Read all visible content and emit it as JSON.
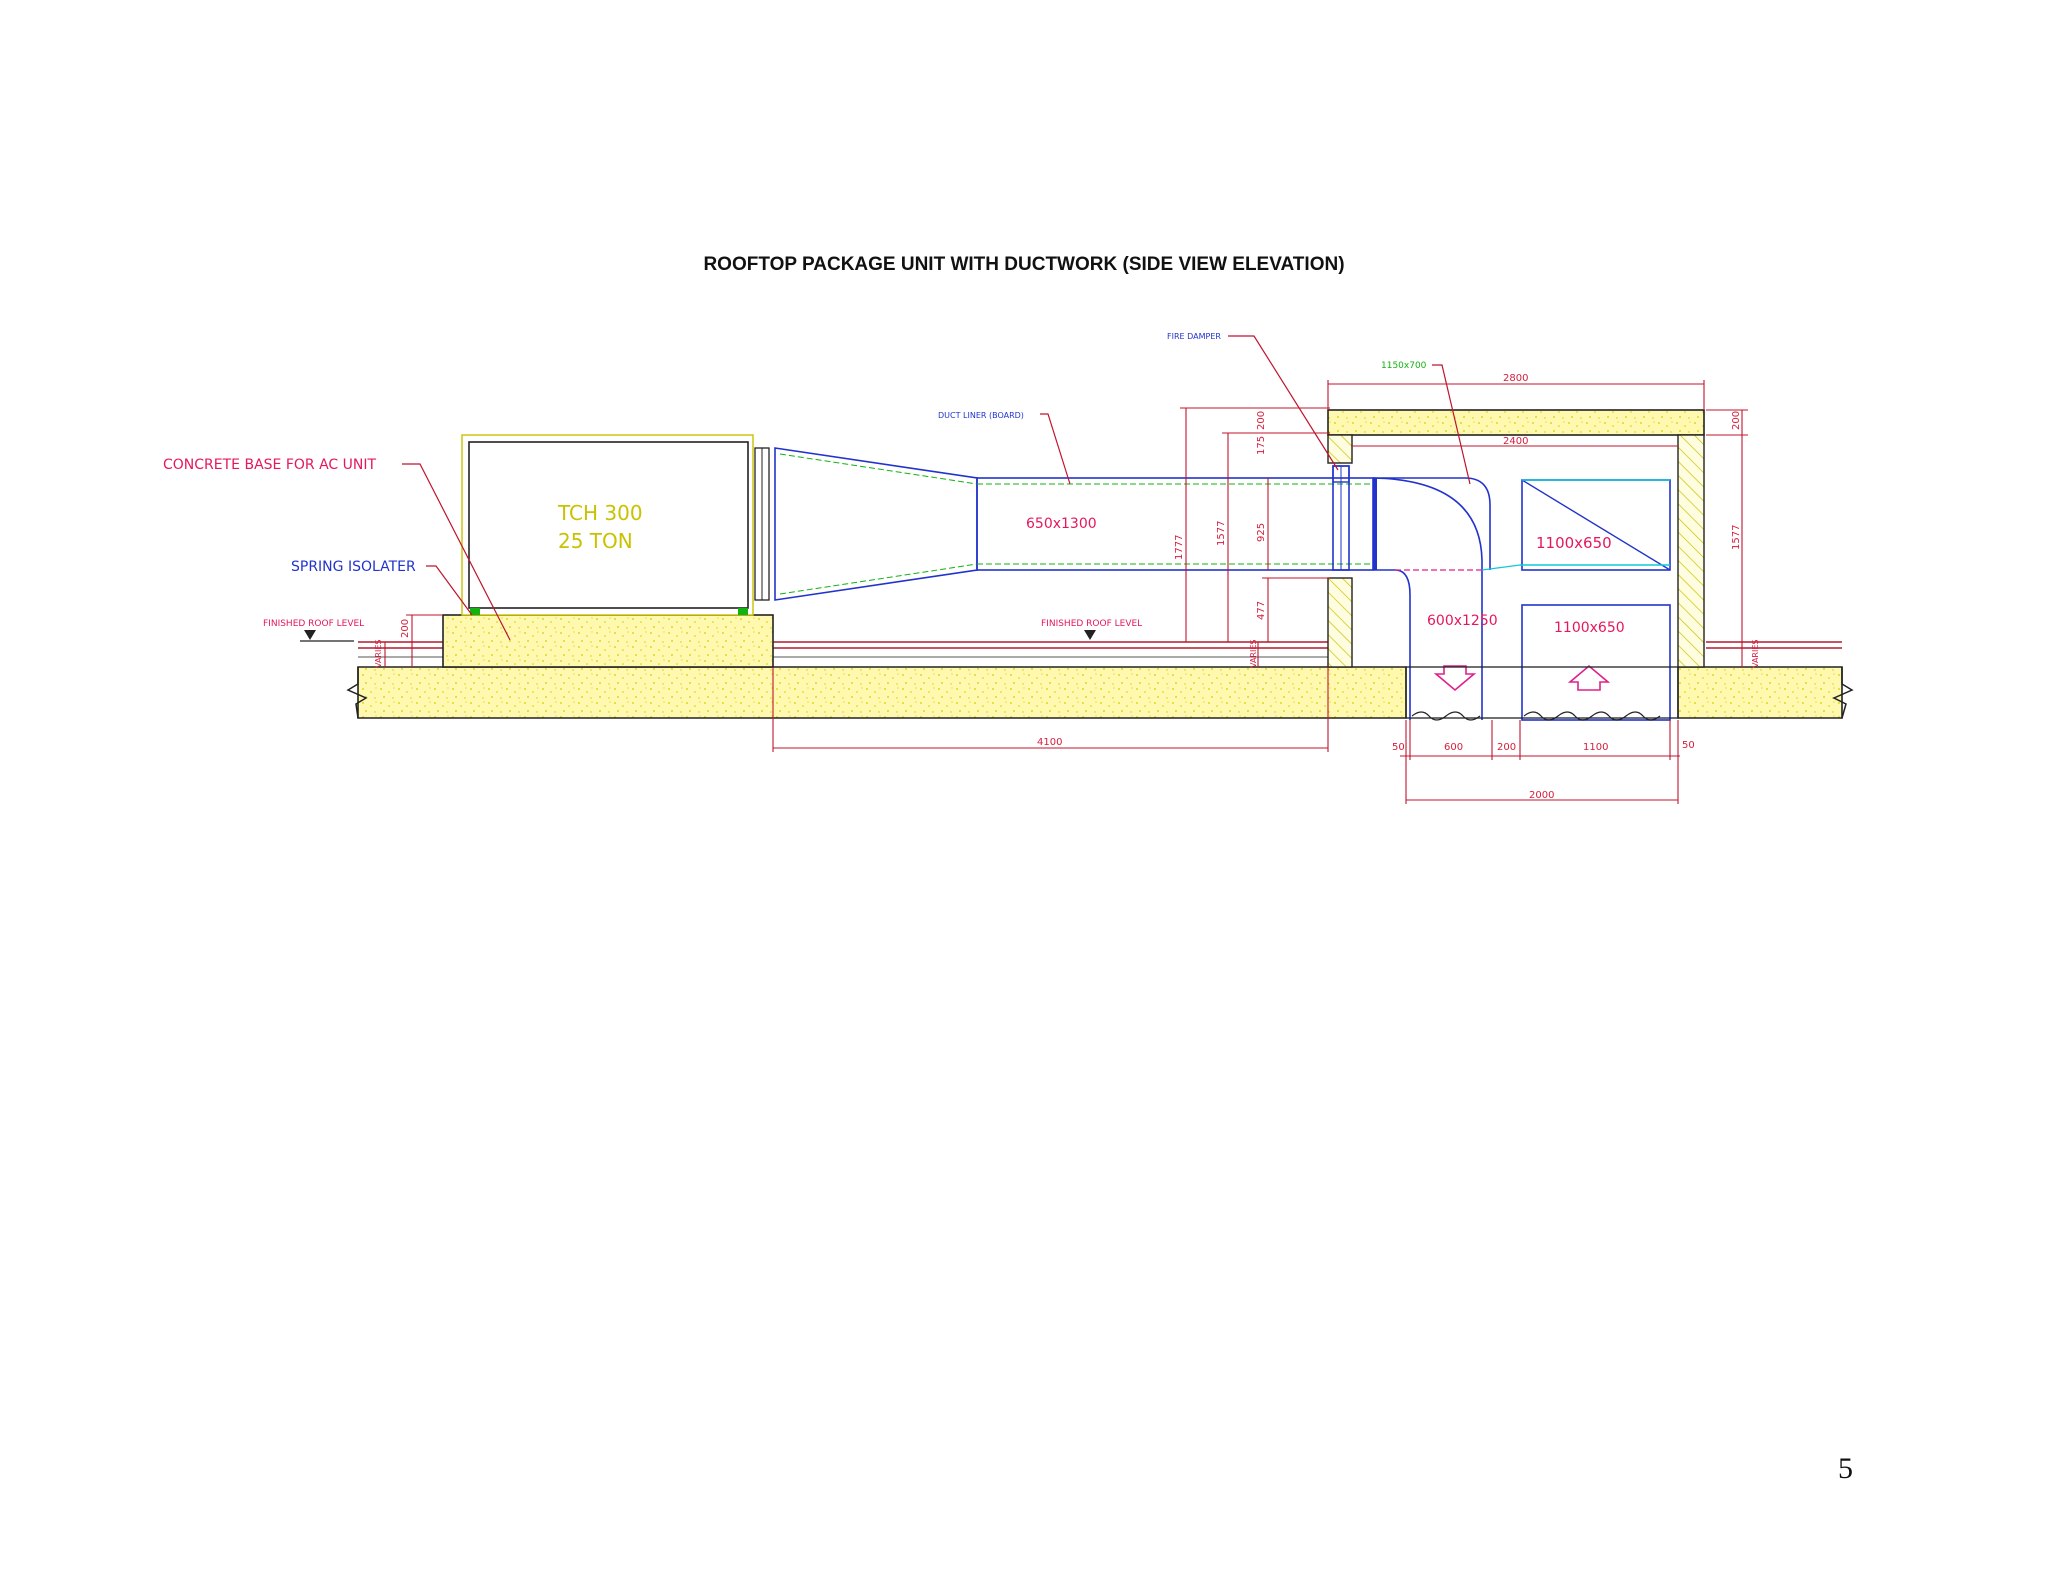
{
  "page": {
    "title": "ROOFTOP PACKAGE UNIT WITH DUCTWORK (SIDE VIEW ELEVATION)",
    "page_number": "5"
  },
  "unit": {
    "model": "TCH 300",
    "capacity": "25 TON"
  },
  "labels": {
    "concrete_base": "CONCRETE BASE FOR AC UNIT",
    "spring_isolater": "SPRING ISOLATER",
    "finished_roof_level_left": "FINISHED ROOF LEVEL",
    "finished_roof_level_mid": "FINISHED ROOF LEVEL",
    "duct_liner": "DUCT LINER (BOARD)",
    "fire_damper": "FIRE DAMPER",
    "duct_1150x700": "1150x700"
  },
  "duct_sizes": {
    "main_duct": "650x1300",
    "supply_drop": "600x1250",
    "return_upper": "1100x650",
    "return_lower": "1100x650"
  },
  "dimensions": {
    "d4100": "4100",
    "d2800": "2800",
    "d2400": "2400",
    "d2000": "2000",
    "d50_left": "50",
    "d600": "600",
    "d200_bottom": "200",
    "d1100": "1100",
    "d50_right": "50",
    "d1777": "1777",
    "d1577_left": "1577",
    "d925": "925",
    "d477": "477",
    "d175": "175",
    "d200_top_left": "200",
    "d200_top_right": "200",
    "d1577_right": "1577",
    "d200_base": "200",
    "varies_left": "VARIES",
    "varies_mid": "VARIES",
    "varies_right": "VARIES"
  },
  "colors": {
    "concrete_fill": "#fff9b0",
    "concrete_dots": "#d8cc00",
    "duct_line": "#2233cc",
    "liner_line": "#11b311",
    "dimension_line": "#c0142e",
    "label_red": "#e5175e",
    "unit_text": "#c9c200",
    "arrow_magenta": "#e0208a",
    "cyan_line": "#10c8d8"
  }
}
